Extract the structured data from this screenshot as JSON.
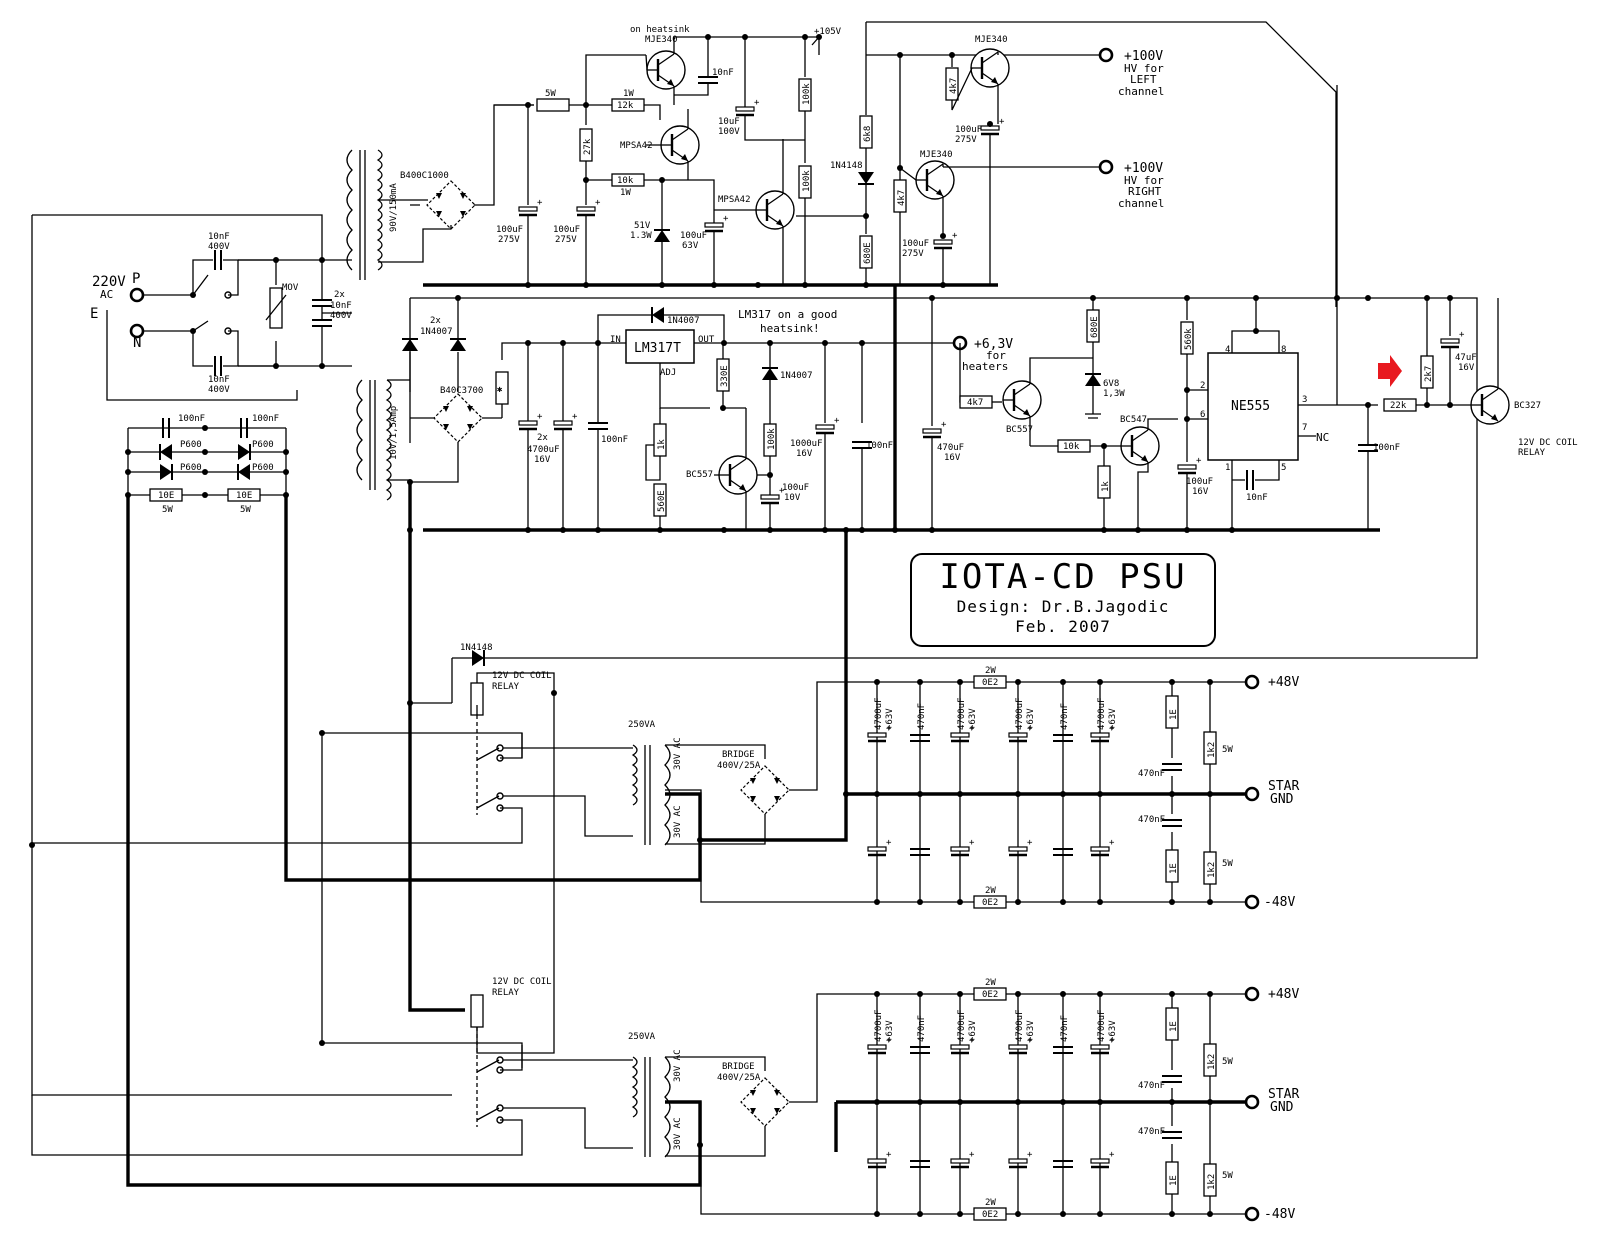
{
  "title": {
    "name": "IOTA-CD PSU",
    "designer": "Design: Dr.B.Jagodic",
    "date": "Feb. 2007"
  },
  "colors": {
    "ink": "#000000",
    "arrow": "#e8191f",
    "background": "#ffffff"
  },
  "mains": {
    "voltage": "220V",
    "ac": "AC",
    "p": "P",
    "n": "N",
    "e": "E"
  },
  "input": {
    "cap1": "10nF",
    "cap1_v": "400V",
    "cap2": "10nF",
    "cap2_v": "400V",
    "mov": "MOV",
    "x2": "2x",
    "cap3": "10nF",
    "cap3_v": "400V"
  },
  "bypass": {
    "cap_a": "100nF",
    "cap_b": "100nF",
    "diode_a": "P600",
    "diode_b": "P600",
    "diode_c": "P600",
    "diode_d": "P600",
    "res_a": "10E",
    "res_a_w": "5W",
    "res_b": "10E",
    "res_b_w": "5W"
  },
  "hv": {
    "transformer": "90V/150mA",
    "bridge": "B400C1000",
    "res_5w": "5W",
    "res_1w_a": "1W",
    "res_12k": "12k",
    "res_27k": "27k",
    "res_10k": "10k",
    "res_1w_b": "1W",
    "c_100u_a": "100uF",
    "c_100u_a_v": "275V",
    "c_100u_b": "100uF",
    "c_100u_b_v": "275V",
    "zener": "51V",
    "zener_w": "1.3W",
    "c_100u_63": "100uF",
    "c_100u_63_v": "63V",
    "q_heatsink": "on heatsink",
    "q1": "MJE340",
    "q2": "MPSA42",
    "q3": "MPSA42",
    "c_10n": "10nF",
    "c_10u": "10uF",
    "c_10u_v": "100V",
    "rail": "+105V",
    "r_100k_a": "100k",
    "r_100k_b": "100k",
    "r_6k8": "6k8",
    "d_1n4148": "1N4148",
    "r_680e": "680E",
    "q4": "MJE340",
    "r_4k7_a": "4k7",
    "c_100u_c": "100uF",
    "c_100u_c_v": "275V",
    "q5": "MJE340",
    "r_4k7_b": "4k7",
    "c_100u_d": "100uF",
    "c_100u_d_v": "275V",
    "out_left": "+100V",
    "out_left_l1": "HV for",
    "out_left_l2": "LEFT",
    "out_left_l3": "channel",
    "out_right": "+100V",
    "out_right_l1": "HV for",
    "out_right_l2": "RIGHT",
    "out_right_l3": "channel"
  },
  "lv": {
    "transformer": "10V/1,5Amp",
    "diodes": "2x",
    "diodes_type": "1N4007",
    "bridge": "B40C3700",
    "res_star": "✱",
    "c_4700": "2x",
    "c_4700_v": "4700uF",
    "c_4700_v2": "16V",
    "c_100n_a": "100nF",
    "d_reg": "1N4007",
    "regulator": "LM317T",
    "reg_in": "IN",
    "reg_out": "OUT",
    "reg_adj": "ADJ",
    "reg_note_1": "LM317 on a good",
    "reg_note_2": "heatsink!",
    "r_1k": "1k",
    "r_560e": "560E",
    "r_330e": "330E",
    "d_reg2": "1N4007",
    "r_100k": "100k",
    "q_bc557": "BC557",
    "c_100u_10": "100uF",
    "c_100u_10_v": "10V",
    "c_1000": "1000uF",
    "c_1000_v": "16V",
    "c_100n_b": "100nF",
    "out": "+6,3V",
    "out_l1": "for",
    "out_l2": "heaters"
  },
  "timer": {
    "c_470": "470uF",
    "c_470_v": "16V",
    "r_4k7": "4k7",
    "q_bc557": "BC557",
    "r_680e": "680E",
    "zener": "6V8",
    "zener_w": "1,3W",
    "r_10k": "10k",
    "r_1k": "1k",
    "q_bc547": "BC547",
    "r_560k": "560k",
    "c_100u": "100uF",
    "c_100u_v": "16V",
    "ic": "NE555",
    "pins": [
      "4",
      "8",
      "2",
      "6",
      "3",
      "7",
      "1",
      "5"
    ],
    "nc": "NC",
    "c_10n": "10nF",
    "c_100n": "100nF",
    "r_22k": "22k",
    "r_2k7": "2k7",
    "c_47u": "47uF",
    "c_47u_v": "16V",
    "q_bc327": "BC327",
    "relay_l1": "12V DC COIL",
    "relay_l2": "RELAY"
  },
  "power_a": {
    "d_1n4148": "1N4148",
    "relay_l1": "12V DC COIL",
    "relay_l2": "RELAY",
    "transformer": "250VA",
    "sec_a": "30V AC",
    "sec_b": "30V AC",
    "bridge": "BRIDGE",
    "bridge_r": "400V/25A",
    "cap_big": "4700uF",
    "cap_big_v": "+63V",
    "cap_small": "470nF",
    "res_top_w": "2W",
    "res_top": "0E2",
    "res_bot_w": "2W",
    "res_bot": "0E2",
    "r_1e_a": "1E",
    "r_1e_b": "1E",
    "r_1k2_a": "1k2",
    "r_1k2_b": "1k2",
    "w_a": "5W",
    "w_b": "5W",
    "c_470_a": "470nF",
    "c_470_b": "470nF",
    "out_pos": "+48V",
    "out_gnd_1": "STAR",
    "out_gnd_2": "GND",
    "out_neg": "-48V"
  },
  "power_b": {
    "relay_l1": "12V DC COIL",
    "relay_l2": "RELAY",
    "transformer": "250VA",
    "sec_a": "30V AC",
    "sec_b": "30V AC",
    "bridge": "BRIDGE",
    "bridge_r": "400V/25A",
    "res_top_w": "2W",
    "res_top": "0E2",
    "res_bot_w": "2W",
    "res_bot": "0E2",
    "r_1e_a": "1E",
    "r_1e_b": "1E",
    "r_1k2_a": "1k2",
    "r_1k2_b": "1k2",
    "w_a": "5W",
    "w_b": "5W",
    "c_470_a": "470nF",
    "c_470_b": "470nF",
    "out_pos": "+48V",
    "out_gnd_1": "STAR",
    "out_gnd_2": "GND",
    "out_neg": "-48V"
  }
}
